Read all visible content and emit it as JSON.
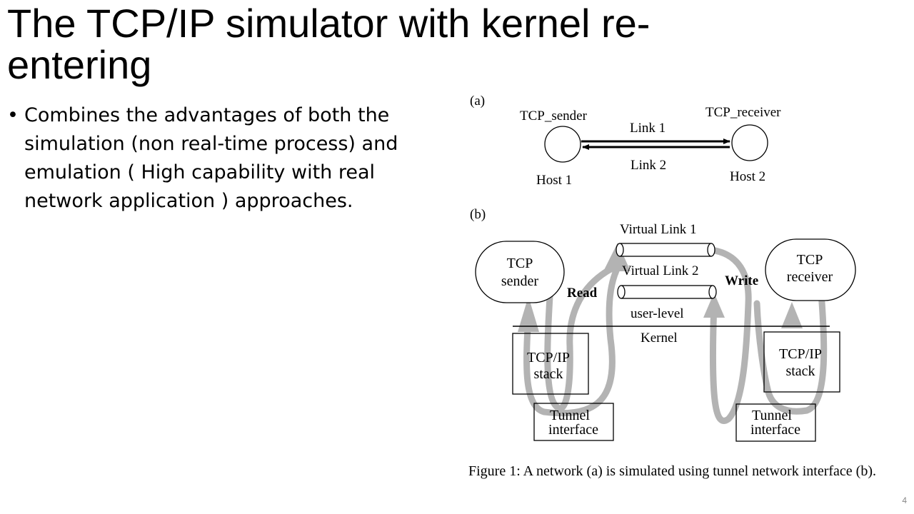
{
  "slide": {
    "title": "The TCP/IP simulator with kernel re-entering",
    "bullets": [
      "Combines the advantages of both the simulation (non real-time process) and emulation ( High capability with real network application ) approaches."
    ],
    "page_number": "4"
  },
  "figure": {
    "a": {
      "label": "(a)",
      "sender": "TCP_sender",
      "receiver": "TCP_receiver",
      "link1": "Link 1",
      "link2": "Link 2",
      "host1": "Host 1",
      "host2": "Host 2"
    },
    "b": {
      "label": "(b)",
      "virtual_link1": "Virtual Link 1",
      "virtual_link2": "Virtual Link 2",
      "tcp_sender_line1": "TCP",
      "tcp_sender_line2": "sender",
      "tcp_receiver_line1": "TCP",
      "tcp_receiver_line2": "receiver",
      "read": "Read",
      "write": "Write",
      "user_level": "user-level",
      "kernel": "Kernel",
      "stack_line1": "TCP/IP",
      "stack_line2": "stack",
      "tunnel_line1": "Tunnel",
      "tunnel_line2": "interface"
    },
    "caption": "Figure 1:  A network (a) is simulated using tunnel network interface (b)."
  },
  "colors": {
    "flow_arrows": "#b3b3b3",
    "text": "#000000"
  }
}
